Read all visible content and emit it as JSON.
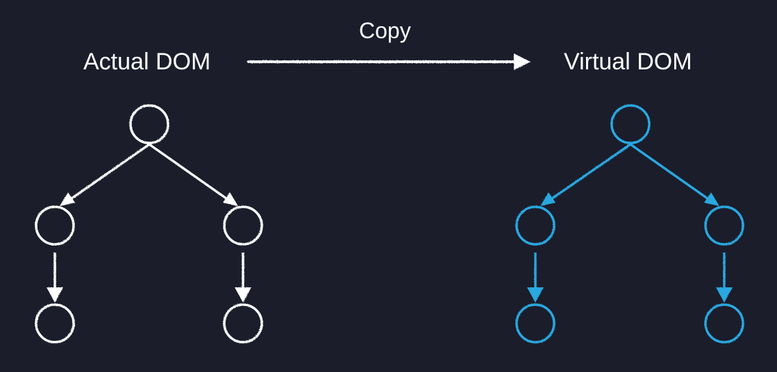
{
  "labels": {
    "actual": "Actual DOM",
    "virtual": "Virtual DOM",
    "copy": "Copy"
  },
  "colors": {
    "background": "#1b1d2b",
    "actual_tree": "#ffffff",
    "virtual_tree": "#29a8e0",
    "text": "#ffffff"
  },
  "trees": [
    {
      "id": "actual",
      "color_key": "actual_tree",
      "nodes": [
        "root",
        "left-child",
        "right-child",
        "left-grandchild",
        "right-grandchild"
      ]
    },
    {
      "id": "virtual",
      "color_key": "virtual_tree",
      "nodes": [
        "root",
        "left-child",
        "right-child",
        "left-grandchild",
        "right-grandchild"
      ]
    }
  ]
}
